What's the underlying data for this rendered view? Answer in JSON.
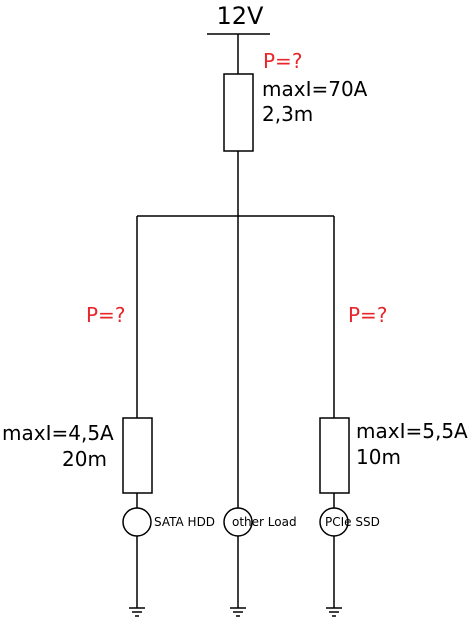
{
  "supply": {
    "voltage_label": "12V"
  },
  "main_resistor": {
    "power_label": "P=?",
    "max_current": "maxI=70A",
    "length": "2,3m"
  },
  "left_branch": {
    "power_label": "P=?",
    "max_current": "maxI=4,5A",
    "length": "20m",
    "load_label": "SATA HDD"
  },
  "middle_branch": {
    "load_label": "other Load"
  },
  "right_branch": {
    "power_label": "P=?",
    "max_current": "maxI=5,5A",
    "length": "10m",
    "load_label": "PCIe SSD"
  },
  "colors": {
    "line": "#000000",
    "highlight": "#e8262b"
  }
}
